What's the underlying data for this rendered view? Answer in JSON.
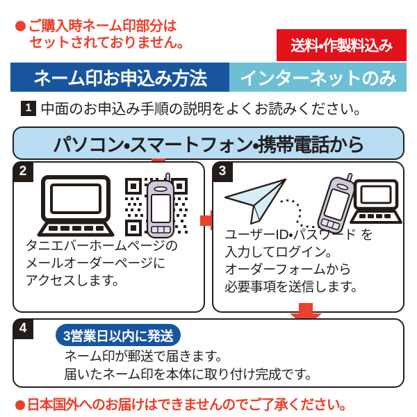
{
  "notice": {
    "line1": "ご購入時ネーム印部分は",
    "line2": "セットされておりません。",
    "bullet_icon": "filled-circle-bullet-icon",
    "color": "#e8412c"
  },
  "red_badge": {
    "label": "送料・作製料込み",
    "bg": "#e3121a",
    "fg": "#ffffff"
  },
  "title_bars": {
    "primary": {
      "label": "ネーム印お申込み方法",
      "bg": "#18559f",
      "fg": "#ffffff"
    },
    "secondary": {
      "label": "インターネットのみ",
      "bg": "#6cbfd4",
      "fg": "#ffffff"
    }
  },
  "step1": {
    "number": "1",
    "text": "中面のお申込み手順の説明をよくお読みください。"
  },
  "banner": {
    "label": "パソコン・スマートフォン・携帯電話から",
    "bg": "#b9ddf2",
    "border": "#231f20"
  },
  "panels": [
    {
      "number": "2",
      "lines": [
        "タニエバーホームページの",
        "メールオーダーページに",
        "アクセスします。"
      ],
      "icons": [
        "desktop-computer-icon",
        "qr-code-icon",
        "mobile-phone-icon"
      ]
    },
    {
      "number": "3",
      "lines": [
        "ユーザーID・パスワード を",
        "入力してログイン。",
        "オーダーフォームから",
        "必要事項を送信します。"
      ],
      "icons": [
        "paper-plane-icon",
        "dotted-trail-icon",
        "mobile-phone-icon",
        "laptop-icon"
      ]
    }
  ],
  "panel4": {
    "number": "4",
    "pill_label": "3営業日以内に発送",
    "pill_bg": "#18559f",
    "lines": [
      "ネーム印が郵送で届きます。",
      "届いたネーム印を本体に取り付け完成です。"
    ]
  },
  "footer": {
    "text": "日本国外へのお届けはできませんのでご了承ください。",
    "bullet_icon": "filled-circle-bullet-icon",
    "color": "#e8412c"
  },
  "arrows": {
    "down_to_panel2": "red-down-arrow-icon",
    "right_panel2_to_panel3": "red-right-arrow-icon",
    "down_to_panel4": "red-down-arrow-icon",
    "color": "#e8412c"
  }
}
